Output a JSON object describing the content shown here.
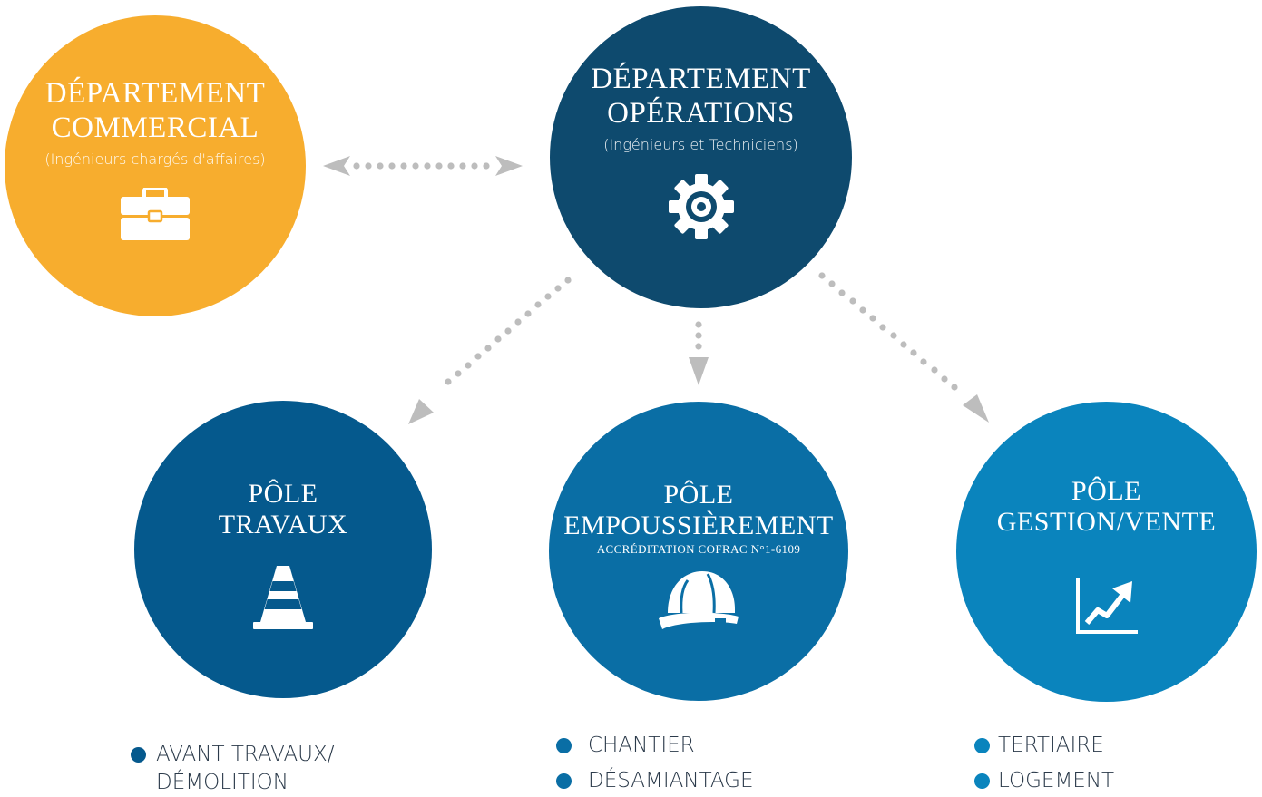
{
  "departments": {
    "commercial": {
      "title_line1": "DÉPARTEMENT",
      "title_line2": "COMMERCIAL",
      "subtitle": "(Ingénieurs chargés d'affaires)",
      "icon": "briefcase-icon",
      "color": "#F7AD2E"
    },
    "operations": {
      "title_line1": "DÉPARTEMENT",
      "title_line2": "OPÉRATIONS",
      "subtitle": "(Ingénieurs et Techniciens)",
      "icon": "gear-icon",
      "color": "#0E4A6E"
    }
  },
  "poles": {
    "travaux": {
      "title_line1": "PÔLE",
      "title_line2": "TRAVAUX",
      "icon": "traffic-cone-icon",
      "color": "#05598D",
      "items": [
        "AVANT TRAVAUX/ DÉMOLITION"
      ]
    },
    "empoussierement": {
      "title_line1": "PÔLE",
      "title_line2": "EMPOUSSIÈREMENT",
      "accreditation": "ACCRÉDITATION COFRAC N°1-6109",
      "icon": "hard-hat-icon",
      "color": "#0A6EA5",
      "items": [
        "CHANTIER",
        "DÉSAMIANTAGE"
      ]
    },
    "gestion": {
      "title_line1": "PÔLE",
      "title_line2": "GESTION/VENTE",
      "icon": "growth-chart-icon",
      "color": "#0A84BD",
      "items": [
        "TERTIAIRE",
        "LOGEMENT"
      ]
    }
  },
  "connector_color": "#BDBDBD"
}
